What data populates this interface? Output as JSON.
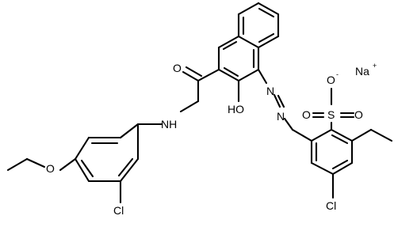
{
  "molecule": {
    "atoms": {
      "na": "Na",
      "na_charge": "+",
      "o_minus": "O",
      "o_charge": "-",
      "s": "S",
      "o_s_left": "O",
      "o_s_right": "O",
      "n_top": "N",
      "n_bottom": "N",
      "oh": "HO",
      "o_carbonyl": "O",
      "nh": "NH",
      "cl_right": "Cl",
      "cl_left": "Cl",
      "o_ether": "O"
    },
    "colors": {
      "bond": "#000000",
      "label": "#000000",
      "background": "#ffffff"
    }
  }
}
